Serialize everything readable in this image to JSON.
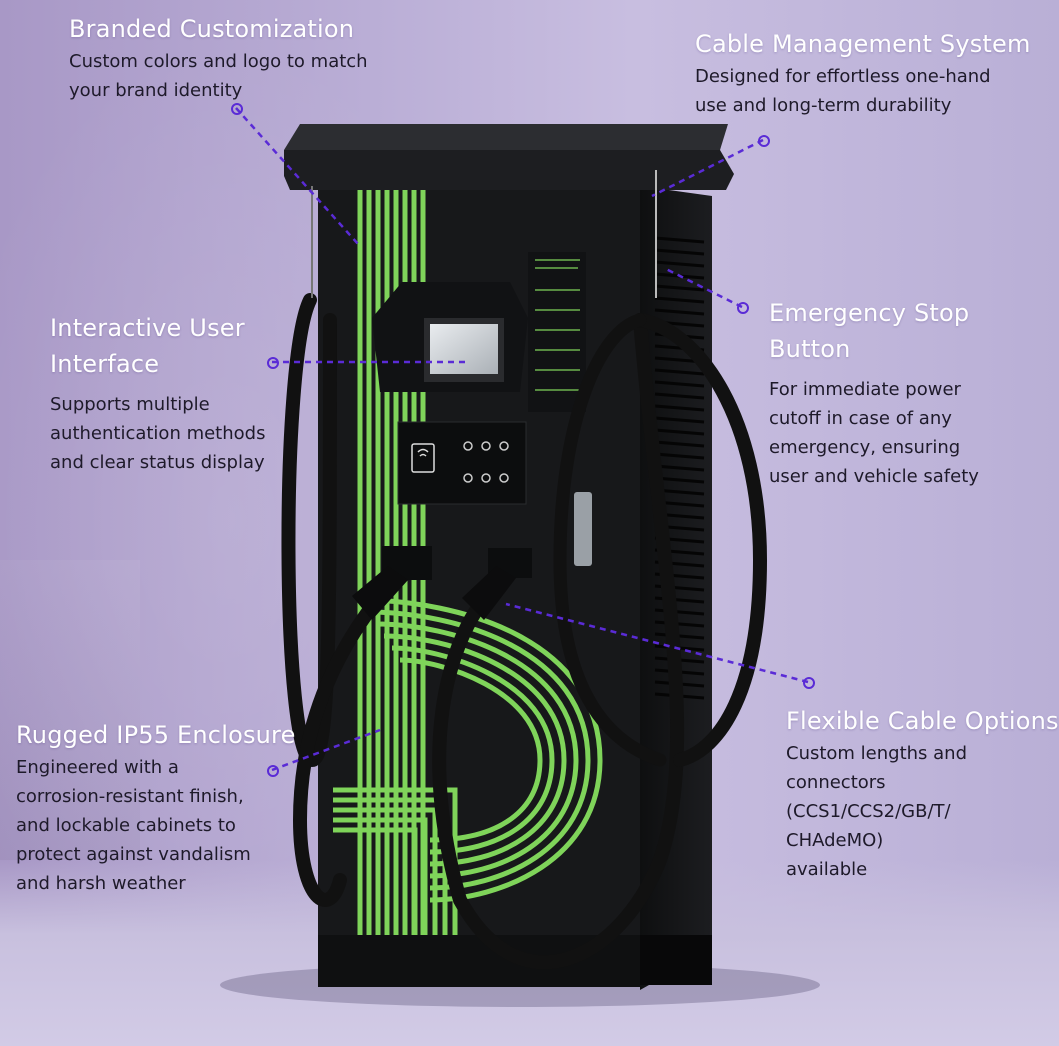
{
  "callouts": {
    "brand": {
      "title": "Branded Customization",
      "lines": [
        "Custom colors and logo to match",
        "your brand identity"
      ]
    },
    "cable": {
      "title": "Cable Management System",
      "lines": [
        "Designed for effortless one-hand",
        "use and long-term durability"
      ]
    },
    "stop": {
      "title_lines": [
        "Emergency Stop",
        "Button"
      ],
      "lines": [
        "For immediate power",
        "cutoff in case of any",
        "emergency, ensuring",
        "user and vehicle safety"
      ]
    },
    "ui": {
      "title_lines": [
        "Interactive User",
        "Interface"
      ],
      "lines": [
        "Supports multiple",
        "authentication methods",
        "and clear status display"
      ]
    },
    "rugged": {
      "title": "Rugged IP55 Enclosure",
      "lines": [
        "Engineered with a",
        "corrosion-resistant finish,",
        "and lockable cabinets to",
        "protect against vandalism",
        "and harsh weather"
      ]
    },
    "flex": {
      "title": "Flexible Cable Options",
      "lines": [
        "Custom lengths and",
        "connectors",
        "(CCS1/CCS2/GB/T/",
        "CHAdeMO)",
        "available"
      ]
    }
  },
  "colors": {
    "accent_line": "#5a2bd6",
    "stripe_green": "#7fd45a",
    "cabinet_black": "#17181a",
    "background_lavender": "#bcb1d8"
  },
  "icons": [
    "rfid-card-icon",
    "status-led-icon",
    "door-handle-icon"
  ]
}
